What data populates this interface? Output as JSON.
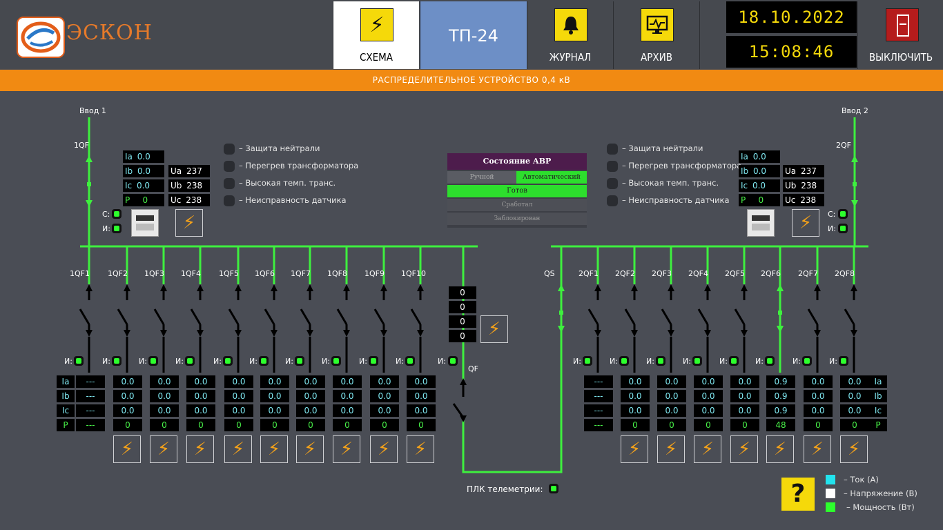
{
  "header": {
    "logo_text": "ЭСКОН",
    "nav": [
      {
        "label": "СХЕМА",
        "icon": "lightning-icon"
      },
      {
        "label": "ТП-24"
      },
      {
        "label": "ЖУРНАЛ",
        "icon": "bell-icon"
      },
      {
        "label": "АРХИВ",
        "icon": "monitor-icon"
      }
    ],
    "date": "18.10.2022",
    "time": "15:08:46",
    "off_label": "ВЫКЛЮЧИТЬ"
  },
  "banner": "РАСПРЕДЕЛИТЕЛЬНОЕ УСТРОЙСТВО 0,4 кВ",
  "left": {
    "input_label": "Ввод 1",
    "breaker": "1QF",
    "Ia": "0.0",
    "Ib": "0.0",
    "Ic": "0.0",
    "P": "0",
    "Ua": "237",
    "Ub": "238",
    "Uc": "238",
    "alarms": [
      "– Защита нейтрали",
      "– Перегрев трансформатора",
      "– Высокая темп. транс.",
      "– Неисправность датчика"
    ]
  },
  "right": {
    "input_label": "Ввод 2",
    "breaker": "2QF",
    "Ia": "0.0",
    "Ib": "0.0",
    "Ic": "0.0",
    "P": "0",
    "Ua": "237",
    "Ub": "238",
    "Uc": "238",
    "alarms": [
      "– Защита нейтрали",
      "– Перегрев трансформатора",
      "– Высокая темп. транс.",
      "– Неисправность датчика"
    ]
  },
  "labels": {
    "c": "С:",
    "i": "И:",
    "Ia": "Ia",
    "Ib": "Ib",
    "Ic": "Ic",
    "Ua": "Ua",
    "Ub": "Ub",
    "Uc": "Uc",
    "P": "P",
    "qs": "QS",
    "qf": "QF",
    "plc": "ПЛК телеметрии:"
  },
  "avr": {
    "title": "Состояние АВР",
    "manual": "Ручной",
    "auto": "Автоматический",
    "ready": "Готов",
    "tripped": "Сработал",
    "blocked": "Заблокирован"
  },
  "section_meter": [
    "0",
    "0",
    "0",
    "0"
  ],
  "left_feeders": [
    {
      "name": "1QF2",
      "Ia": "0.0",
      "Ib": "0.0",
      "Ic": "0.0",
      "P": "0"
    },
    {
      "name": "1QF3",
      "Ia": "0.0",
      "Ib": "0.0",
      "Ic": "0.0",
      "P": "0"
    },
    {
      "name": "1QF4",
      "Ia": "0.0",
      "Ib": "0.0",
      "Ic": "0.0",
      "P": "0"
    },
    {
      "name": "1QF5",
      "Ia": "0.0",
      "Ib": "0.0",
      "Ic": "0.0",
      "P": "0"
    },
    {
      "name": "1QF6",
      "Ia": "0.0",
      "Ib": "0.0",
      "Ic": "0.0",
      "P": "0"
    },
    {
      "name": "1QF7",
      "Ia": "0.0",
      "Ib": "0.0",
      "Ic": "0.0",
      "P": "0"
    },
    {
      "name": "1QF8",
      "Ia": "0.0",
      "Ib": "0.0",
      "Ic": "0.0",
      "P": "0"
    },
    {
      "name": "1QF9",
      "Ia": "0.0",
      "Ib": "0.0",
      "Ic": "0.0",
      "P": "0"
    },
    {
      "name": "1QF10",
      "Ia": "0.0",
      "Ib": "0.0",
      "Ic": "0.0",
      "P": "0"
    }
  ],
  "left_first": {
    "name": "1QF1",
    "Ia": "---",
    "Ib": "---",
    "Ic": "---",
    "P": "---"
  },
  "right_feeders": [
    {
      "name": "2QF1",
      "Ia": "---",
      "Ib": "---",
      "Ic": "---",
      "P": "---"
    },
    {
      "name": "2QF2",
      "Ia": "0.0",
      "Ib": "0.0",
      "Ic": "0.0",
      "P": "0"
    },
    {
      "name": "2QF3",
      "Ia": "0.0",
      "Ib": "0.0",
      "Ic": "0.0",
      "P": "0"
    },
    {
      "name": "2QF4",
      "Ia": "0.0",
      "Ib": "0.0",
      "Ic": "0.0",
      "P": "0"
    },
    {
      "name": "2QF5",
      "Ia": "0.0",
      "Ib": "0.0",
      "Ic": "0.0",
      "P": "0"
    },
    {
      "name": "2QF6",
      "Ia": "0.9",
      "Ib": "0.9",
      "Ic": "0.9",
      "P": "48"
    },
    {
      "name": "2QF7",
      "Ia": "0.0",
      "Ib": "0.0",
      "Ic": "0.0",
      "P": "0"
    },
    {
      "name": "2QF8",
      "Ia": "0.0",
      "Ib": "0.0",
      "Ic": "0.0",
      "P": "0"
    }
  ],
  "legend": [
    {
      "text": "– Ток (А)",
      "color": "#22e3ee"
    },
    {
      "text": "– Напряжение (В)",
      "color": "#ffffff"
    },
    {
      "text": "– Мощность (Вт)",
      "color": "#2dff2d"
    }
  ],
  "colors": {
    "bus_live": "#3ef03e",
    "bus_dead": "#ffffff",
    "accent": "#f18a12",
    "clock": "#f5d90a"
  }
}
